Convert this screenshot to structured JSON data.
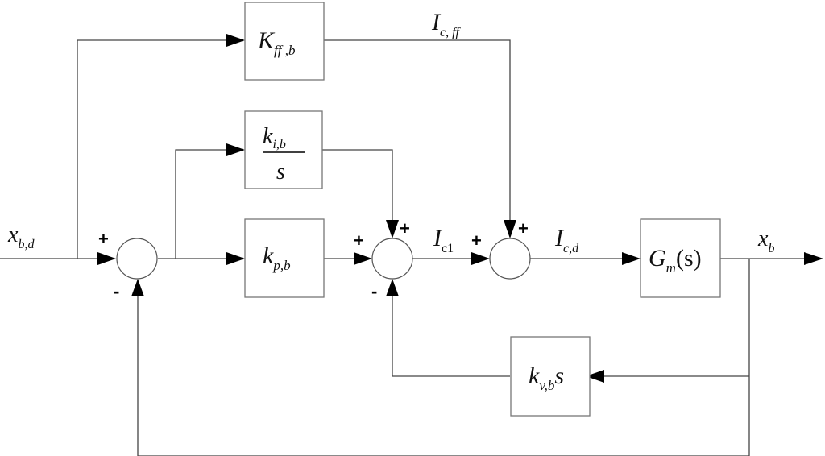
{
  "diagram": {
    "type": "control-block-diagram",
    "blocks": {
      "feedforward": {
        "main": "K",
        "sub": "ff ,b"
      },
      "integral": {
        "num_main": "k",
        "num_sub": "i,b",
        "den": "s"
      },
      "proportional": {
        "main": "k",
        "sub": "p,b"
      },
      "plant": {
        "main": "G",
        "sub": "m",
        "suffix": "(s)"
      },
      "velocity": {
        "main": "k",
        "sub": "v,b",
        "suffix": "s"
      }
    },
    "signals": {
      "input": {
        "main": "x",
        "sub": "b,d"
      },
      "ic_ff": {
        "main": "I",
        "sub": "c, ff"
      },
      "ic1": {
        "main": "I",
        "sub": "c1"
      },
      "icd": {
        "main": "I",
        "sub": "c,d"
      },
      "output": {
        "main": "x",
        "sub": "b"
      }
    },
    "sums": {
      "sum1": {
        "left": "+",
        "bottom": "-"
      },
      "sum2": {
        "left": "+",
        "top": "+",
        "bottom": "-"
      },
      "sum3": {
        "left": "+",
        "top": "+"
      }
    }
  }
}
